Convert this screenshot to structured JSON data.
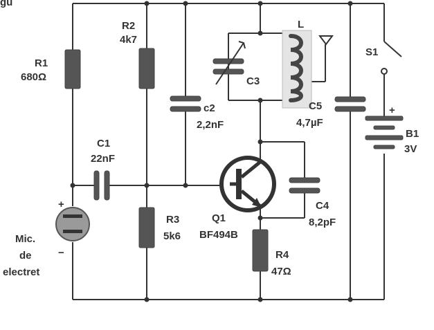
{
  "header_fragment": "gu",
  "components": {
    "r1": {
      "ref": "R1",
      "value": "680Ω"
    },
    "r2": {
      "ref": "R2",
      "value": "4k7"
    },
    "r3": {
      "ref": "R3",
      "value": "5k6"
    },
    "r4": {
      "ref": "R4",
      "value": "47Ω"
    },
    "c1": {
      "ref": "C1",
      "value": "22nF"
    },
    "c2": {
      "ref": "c2",
      "value": "2,2nF"
    },
    "c3": {
      "ref": "C3"
    },
    "c4": {
      "ref": "C4",
      "value": "8,2pF"
    },
    "c5": {
      "ref": "C5",
      "value": "4,7µF"
    },
    "l": {
      "ref": "L"
    },
    "q1": {
      "ref": "Q1",
      "value": "BF494B"
    },
    "s1": {
      "ref": "S1"
    },
    "b1": {
      "ref": "B1",
      "value": "3V"
    },
    "mic": {
      "line1": "Mic.",
      "line2": "de",
      "line3": "electret",
      "plus": "+",
      "minus": "−"
    },
    "battery_plus": "+"
  },
  "colors": {
    "wire": "#333333",
    "component": "#555555",
    "coil": "#444444"
  }
}
